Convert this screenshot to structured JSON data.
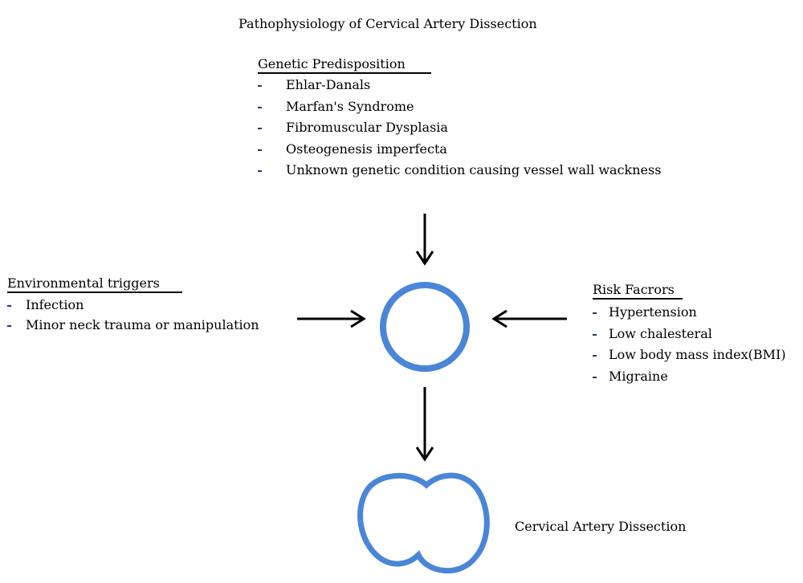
{
  "title": "Pathophysiology of Cervical Artery Dissection",
  "genetic": {
    "heading": "Genetic Predisposition",
    "items": [
      "Ehlar-Danals",
      "Marfan's Syndrome",
      "Fibromuscular Dysplasia",
      "Osteogenesis imperfecta",
      "Unknown genetic condition causing vessel wall wackness"
    ]
  },
  "environmental": {
    "heading": "Environmental triggers",
    "items": [
      "Infection",
      "Minor neck trauma or manipulation"
    ]
  },
  "risk": {
    "heading": "Risk Facrors",
    "items": [
      "Hypertension",
      "Low chalesteral",
      "Low body mass index(BMI)",
      "Migraine"
    ]
  },
  "outcome": "Cervical Artery Dissection",
  "colors": {
    "vessel": "#4a86d8",
    "text": "#000000",
    "bullet": "#1f3b6e"
  }
}
